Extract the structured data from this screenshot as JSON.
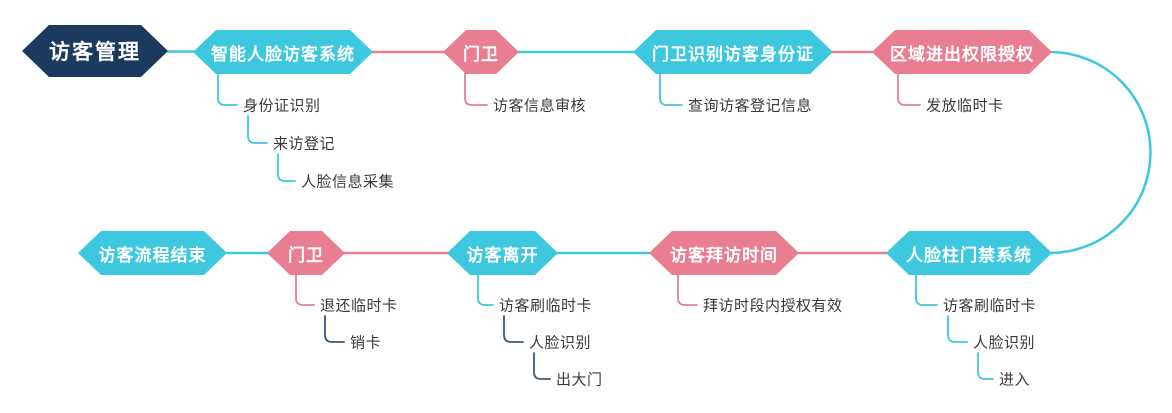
{
  "colors": {
    "navy": "#1B3A5D",
    "cyan": "#3EC8DF",
    "pink": "#E87E90",
    "steel": "#3D5A78",
    "node_text": "#FFFFFF",
    "item_text": "#3A3A3A"
  },
  "root": {
    "label": "访客管理"
  },
  "top_nodes": [
    {
      "label": "智能人脸访客系统",
      "children": [
        "身份证识别",
        "来访登记",
        "人脸信息采集"
      ]
    },
    {
      "label": "门卫",
      "children": [
        "访客信息审核"
      ]
    },
    {
      "label": "门卫识别访客身份证",
      "children": [
        "查询访客登记信息"
      ]
    },
    {
      "label": "区域进出权限授权",
      "children": [
        "发放临时卡"
      ]
    }
  ],
  "bottom_nodes": [
    {
      "label": "人脸柱门禁系统",
      "children": [
        "访客刷临时卡",
        "人脸识别",
        "进入"
      ]
    },
    {
      "label": "访客拜访时间",
      "children": [
        "拜访时段内授权有效"
      ]
    },
    {
      "label": "访客离开",
      "children": [
        "访客刷临时卡",
        "人脸识别",
        "出大门"
      ]
    },
    {
      "label": "门卫",
      "children": [
        "退还临时卡",
        "销卡"
      ]
    },
    {
      "label": "访客流程结束",
      "children": []
    }
  ]
}
